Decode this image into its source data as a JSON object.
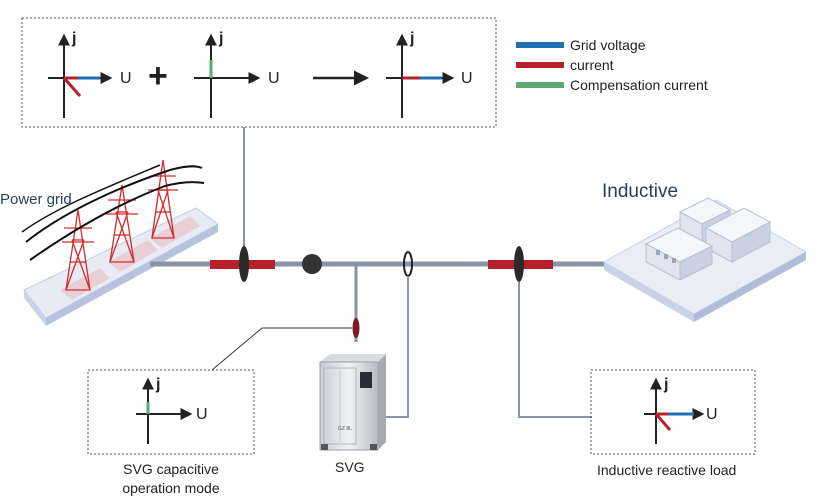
{
  "labels": {
    "power_grid": "Power grid",
    "inductive": "Inductive",
    "svg_device": "SVG",
    "svg_mode": "SVG capacitive operation mode",
    "inductive_load": "Inductive reactive load",
    "plus": "+",
    "axis_j": "j",
    "axis_u": "U"
  },
  "legend": [
    {
      "label": "Grid voltage",
      "color": "#1f6fb4"
    },
    {
      "label": "current",
      "color": "#b5202a"
    },
    {
      "label": "Compensation current",
      "color": "#5aaa72"
    }
  ],
  "device": {
    "badge": "GZ 8L"
  },
  "colors": {
    "line": "#8a94a8",
    "voltage": "#1f6fb4",
    "current": "#b5202a",
    "compensation": "#5aaa72",
    "box_border": "#555555"
  }
}
